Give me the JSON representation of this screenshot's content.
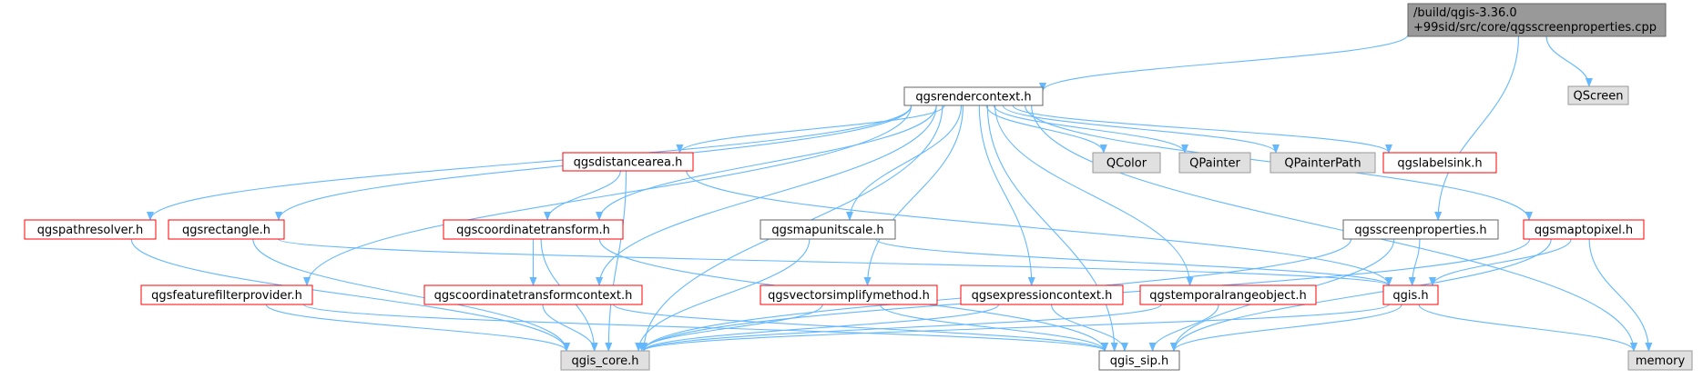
{
  "graph": {
    "root": {
      "lines": [
        "/build/qgis-3.36.0",
        "+99sid/src/core/qgsscreenproperties.cpp"
      ]
    },
    "nodes": {
      "qgsrendercontext": {
        "label": "qgsrendercontext.h",
        "style": "normal"
      },
      "qscreen": {
        "label": "QScreen",
        "style": "external"
      },
      "qgsdistancearea": {
        "label": "qgsdistancearea.h",
        "style": "incomplete"
      },
      "qcolor": {
        "label": "QColor",
        "style": "external"
      },
      "qpainter": {
        "label": "QPainter",
        "style": "external"
      },
      "qpainterpath": {
        "label": "QPainterPath",
        "style": "external"
      },
      "qgslabelsink": {
        "label": "qgslabelsink.h",
        "style": "incomplete"
      },
      "qgspathresolver": {
        "label": "qgspathresolver.h",
        "style": "incomplete"
      },
      "qgsrectangle": {
        "label": "qgsrectangle.h",
        "style": "incomplete"
      },
      "qgscoordinatetransform": {
        "label": "qgscoordinatetransform.h",
        "style": "incomplete"
      },
      "qgsmapunitscale": {
        "label": "qgsmapunitscale.h",
        "style": "normal"
      },
      "qgsscreenproperties": {
        "label": "qgsscreenproperties.h",
        "style": "normal"
      },
      "qgsmaptopixel": {
        "label": "qgsmaptopixel.h",
        "style": "incomplete"
      },
      "qgsfeaturefilterprovider": {
        "label": "qgsfeaturefilterprovider.h",
        "style": "incomplete"
      },
      "qgscoordinatetransformcontext": {
        "label": "qgscoordinatetransformcontext.h",
        "style": "incomplete"
      },
      "qgsvectorsimplifymethod": {
        "label": "qgsvectorsimplifymethod.h",
        "style": "incomplete"
      },
      "qgsexpressioncontext": {
        "label": "qgsexpressioncontext.h",
        "style": "incomplete"
      },
      "qgstemporalrangeobject": {
        "label": "qgstemporalrangeobject.h",
        "style": "incomplete"
      },
      "qgis": {
        "label": "qgis.h",
        "style": "incomplete"
      },
      "qgis_core": {
        "label": "qgis_core.h",
        "style": "external"
      },
      "qgis_sip": {
        "label": "qgis_sip.h",
        "style": "normal"
      },
      "memory": {
        "label": "memory",
        "style": "external"
      }
    },
    "edges": [
      [
        "root",
        "qgsrendercontext"
      ],
      [
        "root",
        "qscreen"
      ],
      [
        "root",
        "qgsscreenproperties"
      ],
      [
        "qgsrendercontext",
        "qgsdistancearea"
      ],
      [
        "qgsrendercontext",
        "qcolor"
      ],
      [
        "qgsrendercontext",
        "qpainter"
      ],
      [
        "qgsrendercontext",
        "qpainterpath"
      ],
      [
        "qgsrendercontext",
        "qgslabelsink"
      ],
      [
        "qgsrendercontext",
        "memory"
      ],
      [
        "qgsrendercontext",
        "qgspathresolver"
      ],
      [
        "qgsrendercontext",
        "qgsrectangle"
      ],
      [
        "qgsrendercontext",
        "qgscoordinatetransform"
      ],
      [
        "qgsrendercontext",
        "qgsmapunitscale"
      ],
      [
        "qgsrendercontext",
        "qgsmaptopixel"
      ],
      [
        "qgsrendercontext",
        "qgsfeaturefilterprovider"
      ],
      [
        "qgsrendercontext",
        "qgscoordinatetransformcontext"
      ],
      [
        "qgsrendercontext",
        "qgsvectorsimplifymethod"
      ],
      [
        "qgsrendercontext",
        "qgsexpressioncontext"
      ],
      [
        "qgsrendercontext",
        "qgstemporalrangeobject"
      ],
      [
        "qgsrendercontext",
        "qgis_core"
      ],
      [
        "qgsrendercontext",
        "qgis_sip"
      ],
      [
        "qgsdistancearea",
        "qgscoordinatetransform"
      ],
      [
        "qgsdistancearea",
        "qgis_core"
      ],
      [
        "qgsdistancearea",
        "qgis"
      ],
      [
        "qgspathresolver",
        "qgis_core"
      ],
      [
        "qgsrectangle",
        "qgis_core"
      ],
      [
        "qgsrectangle",
        "qgis"
      ],
      [
        "qgscoordinatetransform",
        "qgscoordinatetransformcontext"
      ],
      [
        "qgscoordinatetransform",
        "qgis_core"
      ],
      [
        "qgscoordinatetransform",
        "qgis_sip"
      ],
      [
        "qgsmapunitscale",
        "qgis_core"
      ],
      [
        "qgsmapunitscale",
        "qgis"
      ],
      [
        "qgsscreenproperties",
        "qgis"
      ],
      [
        "qgsscreenproperties",
        "qgis_core"
      ],
      [
        "qgsscreenproperties",
        "qgis_sip"
      ],
      [
        "qgsmaptopixel",
        "qgis"
      ],
      [
        "qgsmaptopixel",
        "qgis_core"
      ],
      [
        "qgsmaptopixel",
        "qgis_sip"
      ],
      [
        "qgsmaptopixel",
        "memory"
      ],
      [
        "qgsfeaturefilterprovider",
        "qgis_core"
      ],
      [
        "qgsfeaturefilterprovider",
        "qgis_sip"
      ],
      [
        "qgscoordinatetransformcontext",
        "qgis_core"
      ],
      [
        "qgscoordinatetransformcontext",
        "qgis_sip"
      ],
      [
        "qgsvectorsimplifymethod",
        "qgis_core"
      ],
      [
        "qgsvectorsimplifymethod",
        "qgis_sip"
      ],
      [
        "qgsexpressioncontext",
        "qgis_core"
      ],
      [
        "qgsexpressioncontext",
        "qgis_sip"
      ],
      [
        "qgstemporalrangeobject",
        "qgis_core"
      ],
      [
        "qgstemporalrangeobject",
        "qgis_sip"
      ],
      [
        "qgis",
        "qgis_core"
      ],
      [
        "qgis",
        "qgis_sip"
      ],
      [
        "qgis",
        "memory"
      ]
    ]
  },
  "colors": {
    "edge": "#63b8ff",
    "root_fill": "#999999",
    "root_border": "#666666",
    "external_fill": "#e0e0e0",
    "external_border": "#999999",
    "incomplete_border": "#ff0000",
    "normal_border": "#666666",
    "node_fill": "#ffffff"
  }
}
